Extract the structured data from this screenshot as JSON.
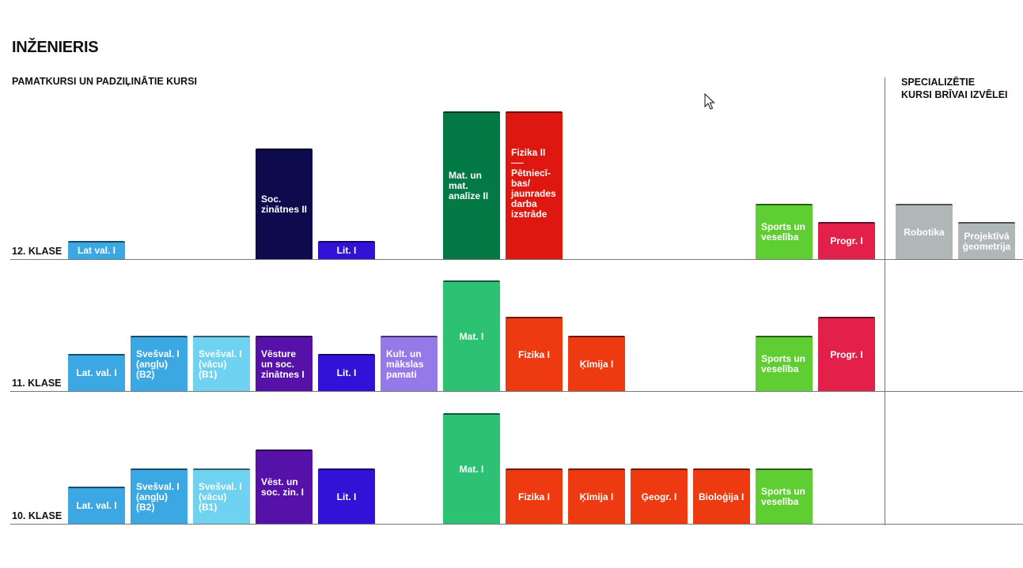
{
  "page": {
    "title": "INŽENIERIS",
    "subtitle": "PAMATKURSI UN PADZIĻINĀTIE KURSI",
    "specialized_title_line1": "SPECIALIZĒTIE",
    "specialized_title_line2": "KURSI BRĪVAI IZVĒLEI"
  },
  "chart_data": {
    "type": "bar",
    "rows": [
      {
        "label": "12. KLASE",
        "courses": [
          {
            "name": "Lat val. I",
            "height": 1,
            "color": "#3BA8E3",
            "col": 0
          },
          {
            "name": "Soc. zinātnes II",
            "height": 6,
            "color": "#0D0B4E",
            "col": 3
          },
          {
            "name": "Lit. I",
            "height": 1,
            "color": "#3312D8",
            "col": 4
          },
          {
            "name": "Mat. un mat. analīze II",
            "height": 8,
            "color": "#037A46",
            "col": 6
          },
          {
            "name": "Fizika II",
            "name2": "Pētniecī-bas/ jaunrades darba izstrāde",
            "height": 8,
            "color": "#DE1810",
            "col": 7
          },
          {
            "name": "Sports un veselība",
            "height": 3,
            "color": "#5FCE33",
            "col": 11
          },
          {
            "name": "Progr. I",
            "height": 2,
            "color": "#E2204A",
            "col": 12
          }
        ]
      },
      {
        "label": "11. KLASE",
        "courses": [
          {
            "name": "Lat. val. I",
            "height": 2,
            "color": "#3BA8E3",
            "col": 0
          },
          {
            "name": "Svešval. I (angļu)(B2)",
            "height": 3,
            "color": "#3BA8E3",
            "col": 1
          },
          {
            "name": "Svešval. I (vācu) (B1)",
            "height": 3,
            "color": "#6FD2F0",
            "col": 2
          },
          {
            "name": "Vēsture un soc. zinātnes I",
            "height": 3,
            "color": "#5511A8",
            "col": 3
          },
          {
            "name": "Lit. I",
            "height": 2,
            "color": "#3312D8",
            "col": 4
          },
          {
            "name": "Kult. un mākslas pamati",
            "height": 3,
            "color": "#9579E8",
            "col": 5
          },
          {
            "name": "Mat. I",
            "height": 6,
            "color": "#2CC173",
            "col": 6
          },
          {
            "name": "Fizika I",
            "height": 4,
            "color": "#EE3A10",
            "col": 7
          },
          {
            "name": "Ķīmija I",
            "height": 3,
            "color": "#EE3A10",
            "col": 8
          },
          {
            "name": "Sports un veselība",
            "height": 3,
            "color": "#5FCE33",
            "col": 11
          },
          {
            "name": "Progr. I",
            "height": 4,
            "color": "#E2204A",
            "col": 12
          }
        ]
      },
      {
        "label": "10. KLASE",
        "courses": [
          {
            "name": "Lat. val. I",
            "height": 2,
            "color": "#3BA8E3",
            "col": 0
          },
          {
            "name": "Svešval. I (angļu) (B2)",
            "height": 3,
            "color": "#3BA8E3",
            "col": 1
          },
          {
            "name": "Svešval. I (vācu) (B1)",
            "height": 3,
            "color": "#6FD2F0",
            "col": 2
          },
          {
            "name": "Vēst. un soc. zin. I",
            "height": 4,
            "color": "#5511A8",
            "col": 3
          },
          {
            "name": "Lit. I",
            "height": 3,
            "color": "#3312D8",
            "col": 4
          },
          {
            "name": "Mat. I",
            "height": 6,
            "color": "#2CC173",
            "col": 6
          },
          {
            "name": "Fizika I",
            "height": 3,
            "color": "#EE3A10",
            "col": 7
          },
          {
            "name": "Ķīmija I",
            "height": 3,
            "color": "#EE3A10",
            "col": 8
          },
          {
            "name": "Ģeogr. I",
            "height": 3,
            "color": "#EE3A10",
            "col": 9
          },
          {
            "name": "Bioloģija I",
            "height": 3,
            "color": "#EE3A10",
            "col": 10
          },
          {
            "name": "Sports un veselība",
            "height": 3,
            "color": "#5FCE33",
            "col": 11
          }
        ]
      }
    ],
    "specialized": [
      {
        "name": "Robotika",
        "height": 3,
        "color": "#B0B7B7",
        "row": 0,
        "col": 0
      },
      {
        "name": "Projektīvā ģeometrija",
        "height": 2,
        "color": "#B0B7B7",
        "row": 0,
        "col": 1
      }
    ]
  }
}
